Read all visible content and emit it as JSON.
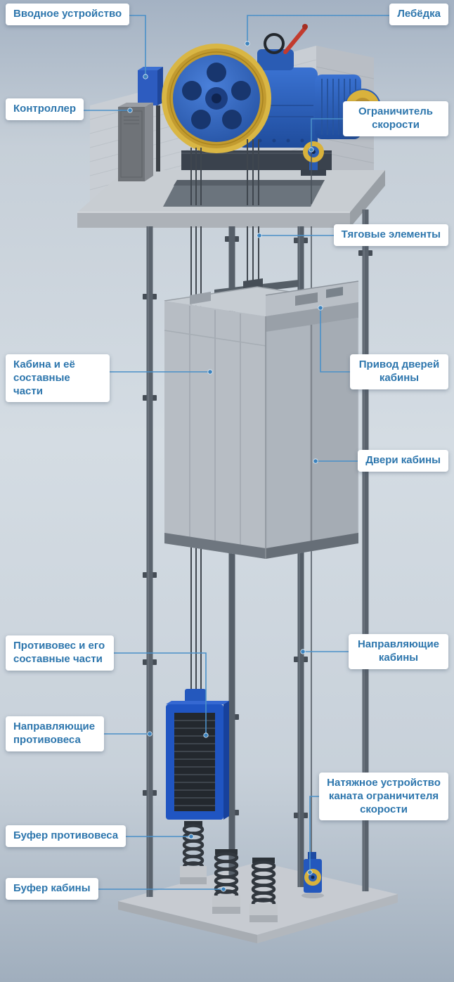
{
  "diagram": {
    "labels": {
      "input_device": "Вводное устройство",
      "winch": "Лебёдка",
      "controller": "Контроллер",
      "speed_governor": "Ограничитель скорости",
      "traction_elements": "Тяговые элементы",
      "cabin": "Кабина и её составные части",
      "cabin_door_drive": "Привод дверей кабины",
      "cabin_doors": "Двери кабины",
      "counterweight": "Противовес и его составные части",
      "cabin_guides": "Направляющие кабины",
      "counterweight_guides": "Направляющие противовеса",
      "governor_rope_tensioner": "Натяжное устройство каната ограничителя скорости",
      "counterweight_buffer": "Буфер противовеса",
      "cabin_buffer": "Буфер кабины"
    },
    "colors": {
      "label_text": "#2d76ad",
      "label_background": "#ffffff",
      "leader_line": "#4a90c8",
      "machine_blue": "#2d5fb6",
      "sheave_gold": "#d9b644",
      "counterweight_blue": "#2055c2",
      "background_top": "#a4b2c3",
      "background_middle": "#d4dce3",
      "background_bottom": "#a0aebd"
    }
  }
}
